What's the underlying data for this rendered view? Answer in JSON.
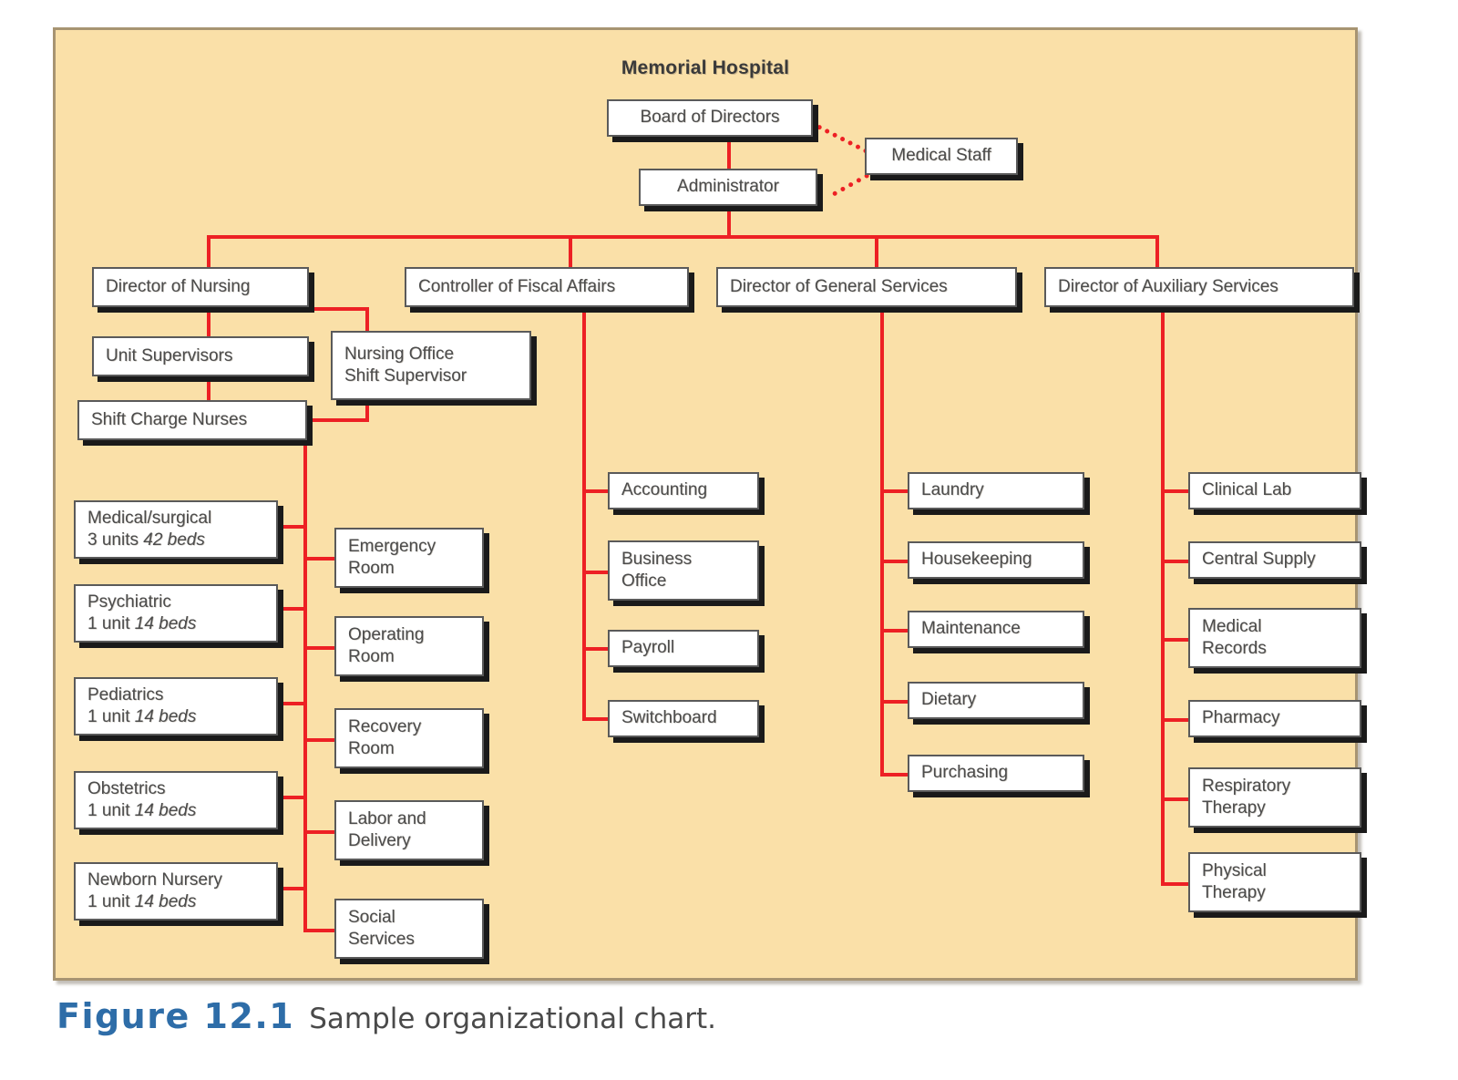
{
  "figure": {
    "number": "Figure  12.1",
    "caption": "Sample organizational chart."
  },
  "chart": {
    "title": "Memorial Hospital",
    "accent_color": "#ED2024",
    "panel_background": "#FAE0A8",
    "panel_border": "#A79472",
    "box_text_color": "#4C4C4C"
  },
  "nodes": {
    "board": "Board of Directors",
    "administrator": "Administrator",
    "medical_staff": "Medical Staff",
    "director_nursing": "Director of Nursing",
    "controller_fiscal": "Controller of Fiscal Affairs",
    "director_general": "Director of General Services",
    "director_auxiliary": "Director of Auxiliary Services",
    "unit_supervisors": "Unit Supervisors",
    "nursing_office_1": "Nursing Office",
    "nursing_office_2": "Shift Supervisor",
    "shift_charge_nurses": "Shift Charge Nurses"
  },
  "nursing_units": [
    {
      "name": "Medical/surgical",
      "units": "3 units ",
      "beds": "42 beds"
    },
    {
      "name": "Psychiatric",
      "units": "1 unit ",
      "beds": "14 beds"
    },
    {
      "name": "Pediatrics",
      "units": "1 unit ",
      "beds": "14 beds"
    },
    {
      "name": "Obstetrics",
      "units": "1 unit ",
      "beds": "14 beds"
    },
    {
      "name": "Newborn Nursery",
      "units": "1 unit ",
      "beds": "14 beds"
    }
  ],
  "nursing_departments": [
    {
      "l1": "Emergency",
      "l2": "Room"
    },
    {
      "l1": "Operating",
      "l2": "Room"
    },
    {
      "l1": "Recovery",
      "l2": "Room"
    },
    {
      "l1": "Labor and",
      "l2": "Delivery"
    },
    {
      "l1": "Social",
      "l2": "Services"
    }
  ],
  "fiscal_departments": [
    {
      "l1": "Accounting",
      "l2": ""
    },
    {
      "l1": "Business",
      "l2": "Office"
    },
    {
      "l1": "Payroll",
      "l2": ""
    },
    {
      "l1": "Switchboard",
      "l2": ""
    }
  ],
  "general_services_departments": [
    {
      "l1": "Laundry",
      "l2": ""
    },
    {
      "l1": "Housekeeping",
      "l2": ""
    },
    {
      "l1": "Maintenance",
      "l2": ""
    },
    {
      "l1": "Dietary",
      "l2": ""
    },
    {
      "l1": "Purchasing",
      "l2": ""
    }
  ],
  "auxiliary_services_departments": [
    {
      "l1": "Clinical Lab",
      "l2": ""
    },
    {
      "l1": "Central Supply",
      "l2": ""
    },
    {
      "l1": "Medical",
      "l2": "Records"
    },
    {
      "l1": "Pharmacy",
      "l2": ""
    },
    {
      "l1": "Respiratory",
      "l2": "Therapy"
    },
    {
      "l1": "Physical",
      "l2": "Therapy"
    }
  ],
  "chart_data": {
    "type": "diagram",
    "title": "Memorial Hospital",
    "diagram_kind": "organizational-chart",
    "relationships": [
      {
        "parent": "Board of Directors",
        "child": "Administrator",
        "style": "solid"
      },
      {
        "parent": "Board of Directors",
        "child": "Medical Staff",
        "style": "dotted"
      },
      {
        "parent": "Administrator",
        "child": "Medical Staff",
        "style": "dotted"
      },
      {
        "parent": "Administrator",
        "child": "Director of Nursing",
        "style": "solid"
      },
      {
        "parent": "Administrator",
        "child": "Controller of Fiscal Affairs",
        "style": "solid"
      },
      {
        "parent": "Administrator",
        "child": "Director of General Services",
        "style": "solid"
      },
      {
        "parent": "Administrator",
        "child": "Director of Auxiliary Services",
        "style": "solid"
      },
      {
        "parent": "Director of Nursing",
        "child": "Unit Supervisors",
        "style": "solid"
      },
      {
        "parent": "Director of Nursing",
        "child": "Nursing Office Shift Supervisor",
        "style": "solid"
      },
      {
        "parent": "Unit Supervisors",
        "child": "Shift Charge Nurses",
        "style": "solid"
      },
      {
        "parent": "Nursing Office Shift Supervisor",
        "child": "Shift Charge Nurses",
        "style": "solid"
      }
    ]
  }
}
